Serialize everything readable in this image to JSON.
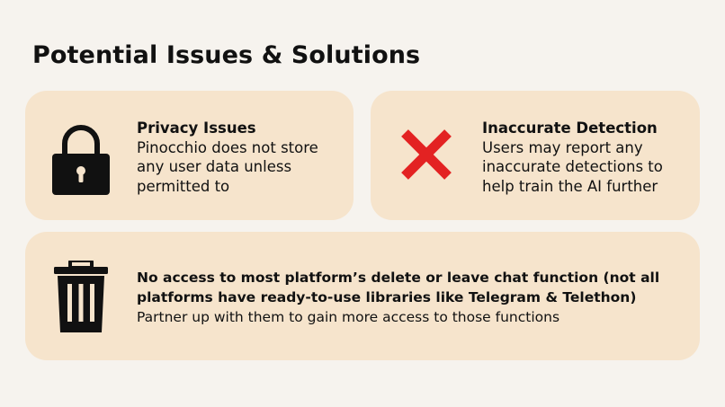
{
  "page": {
    "title": "Potential Issues & Solutions"
  },
  "cards": [
    {
      "icon": "lock-icon",
      "heading": "Privacy Issues",
      "body": "Pinocchio does not store any user data unless permitted to"
    },
    {
      "icon": "red-x-icon",
      "heading": "Inaccurate Detection",
      "body": "Users may report any inaccurate detections to help train the AI further"
    },
    {
      "icon": "trash-icon",
      "heading": "No access to most platform’s delete or leave chat function (not all platforms have ready-to-use libraries like Telegram & Telethon)",
      "body": "Partner up with them to gain more access to those functions"
    }
  ],
  "colors": {
    "background": "#f6f3ee",
    "card": "#f6e4cc",
    "text": "#111111",
    "x_red": "#e32222"
  }
}
